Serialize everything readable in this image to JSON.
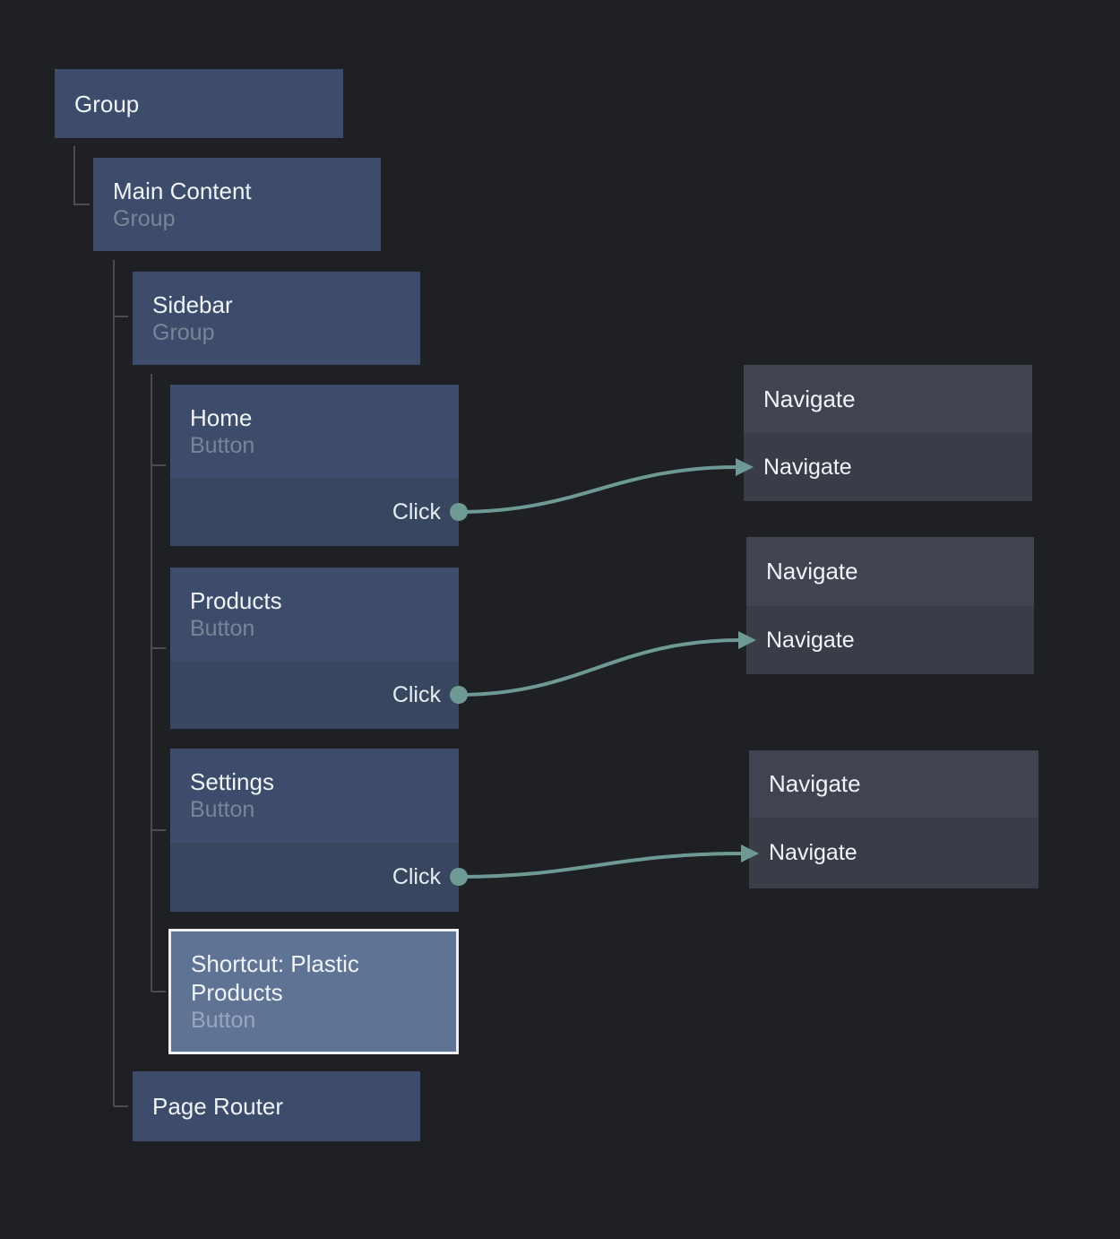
{
  "colors": {
    "background": "#1f2023",
    "node_fill": "#3d4c6a",
    "action_row_fill": "#38465f",
    "nav_header_fill": "#414450",
    "nav_body_fill": "#3a3d47",
    "shortcut_fill": "#5f7394",
    "selection_color": "#eef0f4",
    "title_color": "#f0f3f7",
    "subtitle_color": "#7b8498",
    "shortcut_subtitle_color": "#98a6c0",
    "click_color": "#e8edf3",
    "wire_color": "#6e9a95",
    "tree_line_color": "#4a4c51"
  },
  "nodes": {
    "group": {
      "title": "Group"
    },
    "main_content": {
      "title": "Main Content",
      "type": "Group"
    },
    "sidebar": {
      "title": "Sidebar",
      "type": "Group"
    },
    "home": {
      "title": "Home",
      "type": "Button",
      "event": "Click"
    },
    "products": {
      "title": "Products",
      "type": "Button",
      "event": "Click"
    },
    "settings": {
      "title": "Settings",
      "type": "Button",
      "event": "Click"
    },
    "shortcut": {
      "title": "Shortcut: Plastic Products",
      "type": "Button"
    },
    "page_router": {
      "title": "Page Router"
    },
    "nav_home": {
      "title": "Navigate",
      "action": "Navigate"
    },
    "nav_products": {
      "title": "Navigate",
      "action": "Navigate"
    },
    "nav_settings": {
      "title": "Navigate",
      "action": "Navigate"
    }
  }
}
